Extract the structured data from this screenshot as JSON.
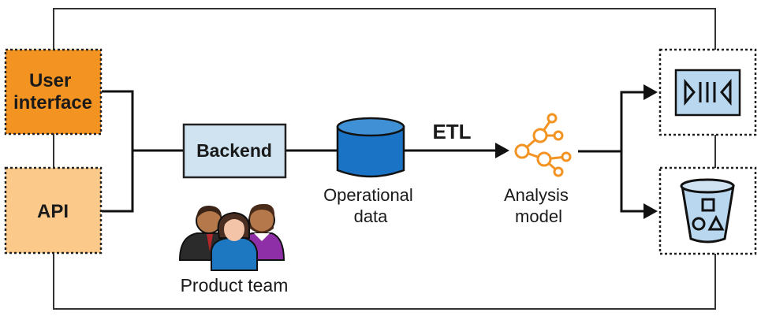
{
  "diagram": {
    "sources": [
      {
        "label_lines": [
          "User",
          "interface"
        ],
        "color": "#f39322"
      },
      {
        "label_lines": [
          "API"
        ],
        "color": "#fbc98a"
      }
    ],
    "backend": {
      "label": "Backend",
      "color": "#cfe3f1"
    },
    "team": {
      "label": "Product team",
      "icon": "people-group-icon"
    },
    "operational": {
      "label_lines": [
        "Operational",
        "data"
      ],
      "icon": "database-icon",
      "color": "#1a73c4"
    },
    "etl": {
      "label": "ETL"
    },
    "analysis": {
      "label_lines": [
        "Analysis",
        "model"
      ],
      "icon": "network-graph-icon",
      "color": "#f39322"
    },
    "targets": [
      {
        "icon": "data-warehouse-icon",
        "color": "#b9d7ee"
      },
      {
        "icon": "data-lake-bucket-icon",
        "color": "#b9d7ee"
      }
    ]
  }
}
